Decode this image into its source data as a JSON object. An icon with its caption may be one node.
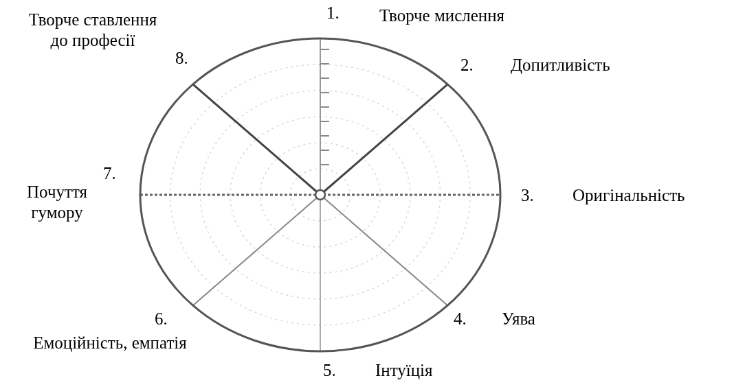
{
  "diagram": {
    "labels": [
      "1.",
      "Творче мислення",
      "Творче ставлення до професії",
      "8.",
      "2.",
      "Допитливість",
      "7.",
      "Почуття гумору",
      "3.",
      "Оригінальність",
      "6.",
      "4.",
      "Уява",
      "Емоційність, емпатія",
      "5.",
      "Інтуїція"
    ]
  }
}
